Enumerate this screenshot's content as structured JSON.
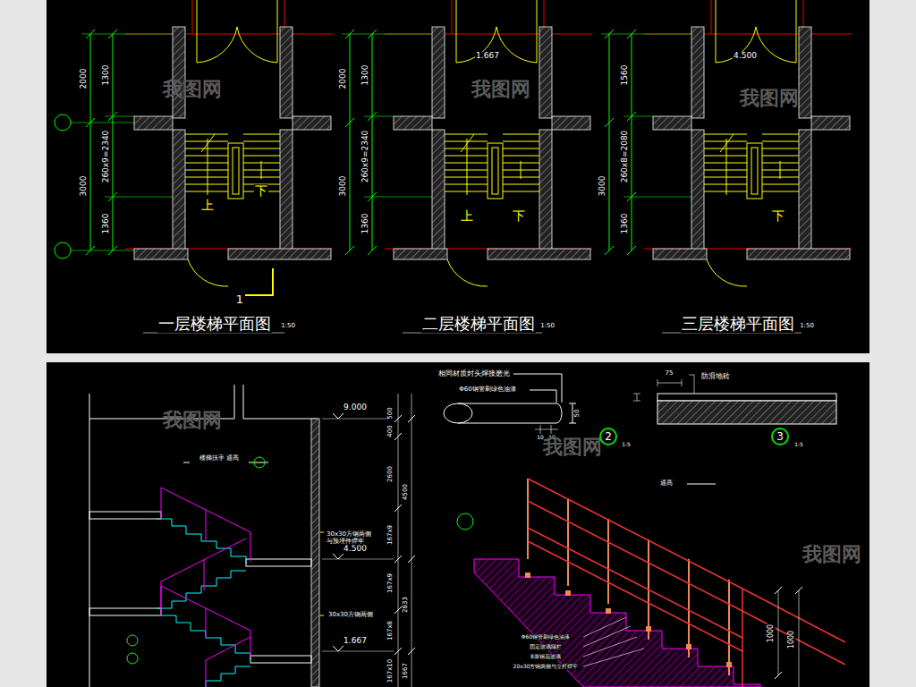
{
  "diagram": {
    "nodes": [
      {
        "text": [
          "2"
        ]
      },
      {
        "text": [
          "3"
        ]
      }
    ],
    "labels": [
      "2000",
      "1300",
      "260x9=2340",
      "3000",
      "1360",
      "上",
      "下",
      "1",
      "一层楼梯平面图",
      "1:50",
      "2000",
      "1300",
      "260x9=2340",
      "3000",
      "1360",
      "1.667",
      "上",
      "下",
      "二层楼梯平面图",
      "1:50",
      "1560",
      "260x8=2080",
      "3000",
      "1360",
      "4.500",
      "下",
      "三层楼梯平面图",
      "1:50",
      "9.000",
      "500",
      "400",
      "2600",
      "4500",
      "167x9",
      "4.500",
      "2833",
      "167x9",
      "167x8",
      "1.667",
      "1667",
      "167x10",
      "楼梯扶手 通高",
      "30x30方钢两侧 与预埋件焊牢",
      "30x30方钢两侧",
      "相同材质封头焊接磨光",
      "Φ60钢管刷绿色油漆",
      "50",
      "10",
      "10",
      "75",
      "防滑地砖",
      "1:5",
      "1:5",
      "通高",
      "Φ60钢管刷绿色油漆",
      "固定玻璃隔栏",
      "8厚钢花玻璃",
      "20x30方钢两侧与立杆焊牢",
      "1000",
      "1000",
      "我图网",
      "我图网",
      "我图网",
      "我图网",
      "我图网",
      "我图网"
    ]
  }
}
